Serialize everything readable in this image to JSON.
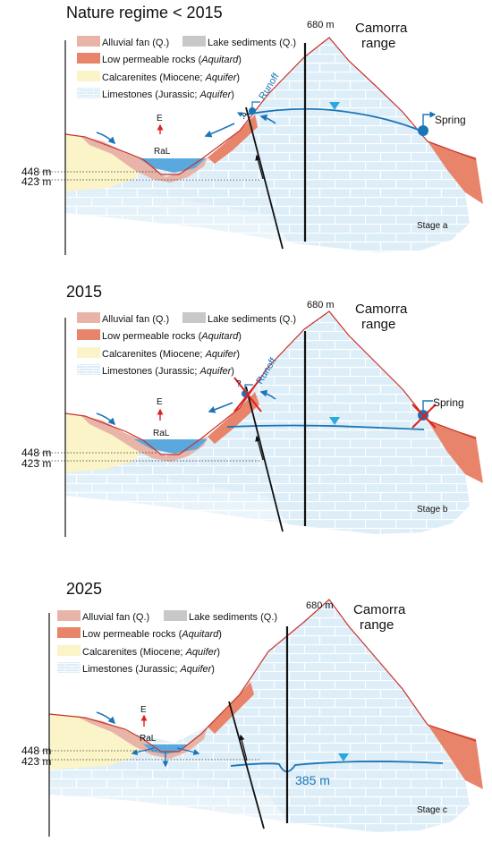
{
  "colors": {
    "alluvial": "#e8b4a8",
    "lake": "#c8c8c8",
    "aquitard": "#e8846a",
    "calcarenite": "#fbf4c8",
    "limestone": "#ddeef8",
    "water": "#1a75b8",
    "triangle": "#2aa8e0",
    "redline": "#c8322b",
    "cross": "#e02020"
  },
  "legend": {
    "alluvial_text": "Alluvial fan (Q.)",
    "lake_text": "Lake sediments (Q.)",
    "aquitard_text": "Low permeable rocks (",
    "aquitard_em": "Aquitard",
    "aquitard_close": ")",
    "calc_text": "Calcarenites (Miocene; ",
    "calc_em": "Aquifer",
    "calc_close": ")",
    "lime_text": "Limestones (Jurassic; ",
    "lime_em": "Aquifer",
    "lime_close": ")"
  },
  "labels": {
    "peak_elev": "680 m",
    "range_line1": "Camorra",
    "range_line2": "range",
    "elev_448": "448 m",
    "elev_423": "423 m",
    "evap": "E",
    "lake": "RaL",
    "runoff": "Runoff",
    "spring": "Spring",
    "question": "?",
    "water_level_c": "385 m"
  },
  "panels": [
    {
      "title": "Nature regime   < 2015",
      "stage": "Stage a"
    },
    {
      "title": "2015",
      "stage": "Stage b"
    },
    {
      "title": "2025",
      "stage": "Stage c"
    }
  ]
}
